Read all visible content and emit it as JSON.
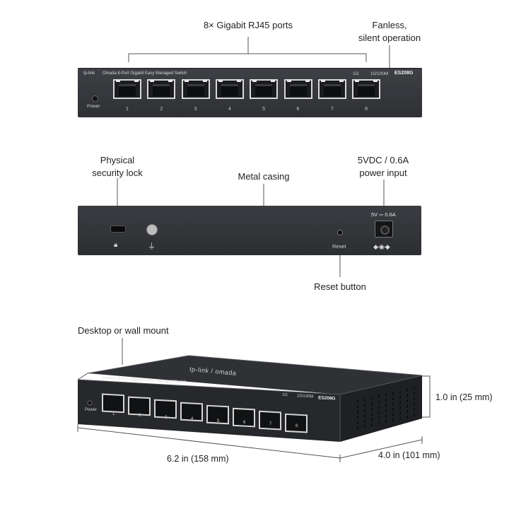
{
  "callouts": {
    "ports": "8× Gigabit RJ45 ports",
    "fanless_line1": "Fanless,",
    "fanless_line2": "silent operation",
    "lock_line1": "Physical",
    "lock_line2": "security lock",
    "casing": "Metal casing",
    "power_line1": "5VDC / 0.6A",
    "power_line2": "power input",
    "reset": "Reset button",
    "mount": "Desktop or wall mount"
  },
  "front_panel": {
    "brand": "tp-link",
    "product": "Omada 8-Port Gigabit Easy Managed Switch",
    "model": "ES208G",
    "led_1g": "1G",
    "led_100m": "10/100M",
    "power_label": "Power",
    "ports": [
      "1",
      "2",
      "3",
      "4",
      "5",
      "6",
      "7",
      "8"
    ]
  },
  "back_panel": {
    "power_rating": "5V ⎓ 0.6A",
    "reset_label": "Reset"
  },
  "iso_panel": {
    "top_logo": "tp-link / omada",
    "product": "Omada 8-Port Gigabit Easy Managed Switch",
    "model": "ES208G",
    "led_1g": "1G",
    "led_100m": "10/100M",
    "power_label": "Power",
    "ports": [
      "1",
      "2",
      "3",
      "4",
      "5",
      "6",
      "7",
      "8"
    ]
  },
  "dimensions": {
    "width": "6.2  in (158 mm)",
    "depth": "4.0  in (101 mm)",
    "height": "1.0 in (25 mm)"
  },
  "colors": {
    "chassis": "#333539",
    "port_frame": "#d9d9d9",
    "leader_line": "#555555"
  }
}
